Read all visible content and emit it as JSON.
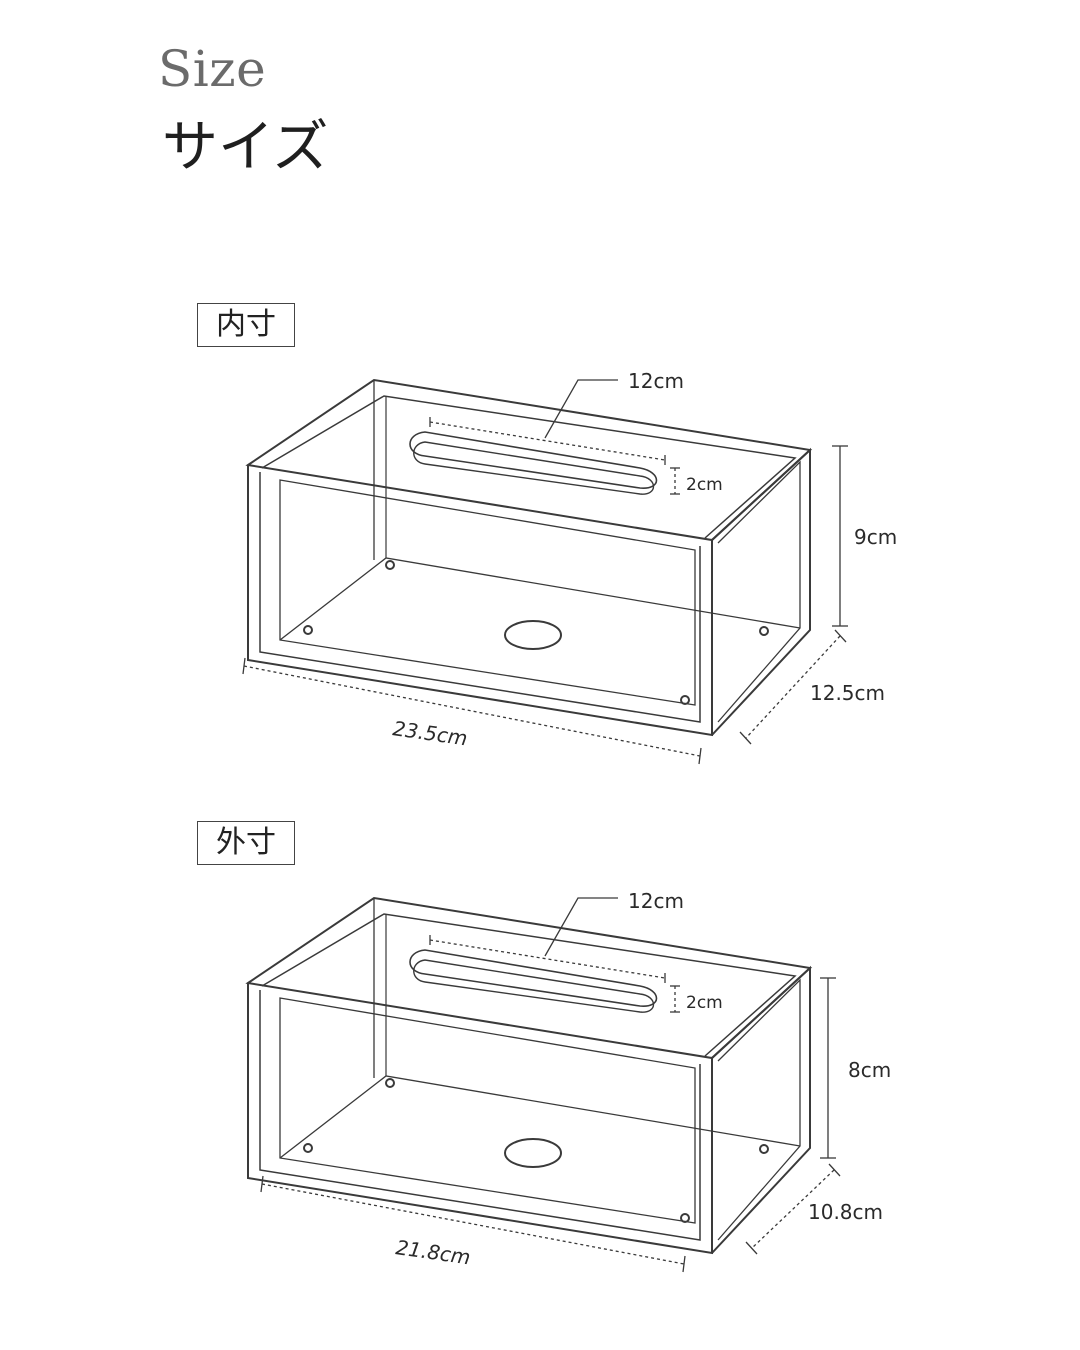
{
  "header": {
    "title_en": "Size",
    "title_ja": "サイズ"
  },
  "sections": [
    {
      "label": "内寸",
      "dimensions": {
        "slot_length": "12cm",
        "slot_width": "2cm",
        "height": "9cm",
        "depth": "12.5cm",
        "width": "23.5cm"
      }
    },
    {
      "label": "外寸",
      "dimensions": {
        "slot_length": "12cm",
        "slot_width": "2cm",
        "height": "8cm",
        "depth": "10.8cm",
        "width": "21.8cm"
      }
    }
  ],
  "colors": {
    "line": "#3a3a3a",
    "title_en": "#6b6b6b"
  }
}
